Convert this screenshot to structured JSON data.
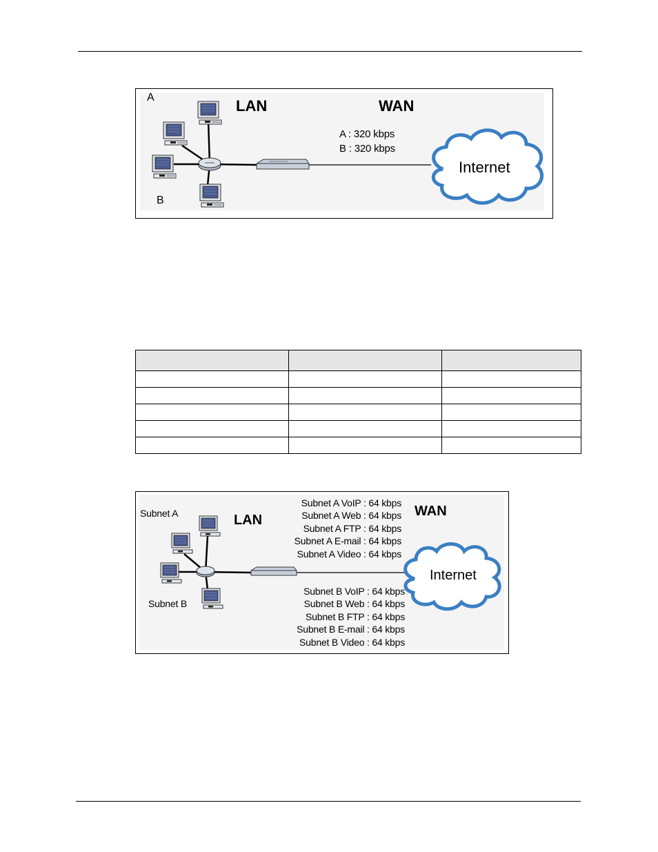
{
  "figure1": {
    "label_a": "A",
    "label_b": "B",
    "lan": "LAN",
    "wan": "WAN",
    "rate_a": "A : 320 kbps",
    "rate_b": "B : 320 kbps",
    "cloud": "Internet"
  },
  "table": {
    "headers": [
      "",
      "",
      ""
    ],
    "rows": [
      [
        "",
        "",
        ""
      ],
      [
        "",
        "",
        ""
      ],
      [
        "",
        "",
        ""
      ],
      [
        "",
        "",
        ""
      ],
      [
        "",
        "",
        ""
      ]
    ]
  },
  "figure2": {
    "label_subnet_a": "Subnet A",
    "label_subnet_b": "Subnet B",
    "lan": "LAN",
    "wan": "WAN",
    "cloud": "Internet",
    "subnet_a_rates": [
      "Subnet A VoIP : 64 kbps",
      "Subnet A Web : 64 kbps",
      "Subnet A FTP : 64 kbps",
      "Subnet A E-mail : 64 kbps",
      "Subnet A Video : 64 kbps"
    ],
    "subnet_b_rates": [
      "Subnet B VoIP : 64 kbps",
      "Subnet B Web : 64 kbps",
      "Subnet B FTP : 64 kbps",
      "Subnet B E-mail : 64 kbps",
      "Subnet B Video : 64 kbps"
    ]
  },
  "colors": {
    "cloud_stroke": "#3a7fc4",
    "cloud_fill": "#ffffff",
    "monitor_screen": "#4a5a8c",
    "device_body": "#c8d0dc"
  }
}
